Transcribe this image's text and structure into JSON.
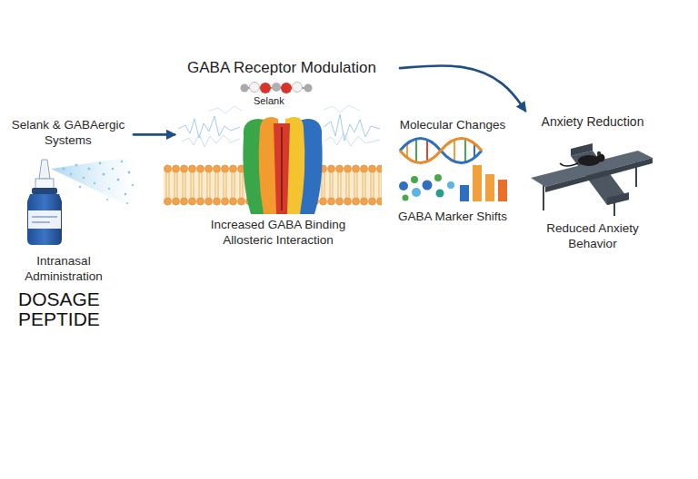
{
  "diagram": {
    "nodes": [
      {
        "text": [
          "GABA Receptor Modulation"
        ]
      },
      {
        "text": [
          "Selank & GABAergic Systems"
        ]
      },
      {
        "text": [
          "Intranasal Administration"
        ]
      },
      {
        "text": [
          "Increased GABA Binding Allosteric Interaction"
        ]
      },
      {
        "text": [
          "Molecular Changes",
          "GABA Marker Shifts"
        ]
      },
      {
        "text": [
          "Anxiety Reduction",
          "Reduced Anxiety Behavior"
        ]
      }
    ],
    "edges": [
      {
        "from": 1,
        "to": 3,
        "arrow": "to"
      },
      {
        "from": 0,
        "to": 5,
        "arrow": "to"
      }
    ],
    "labels": [
      "Selank",
      "DOSAGE",
      "PEPTIDE"
    ]
  }
}
